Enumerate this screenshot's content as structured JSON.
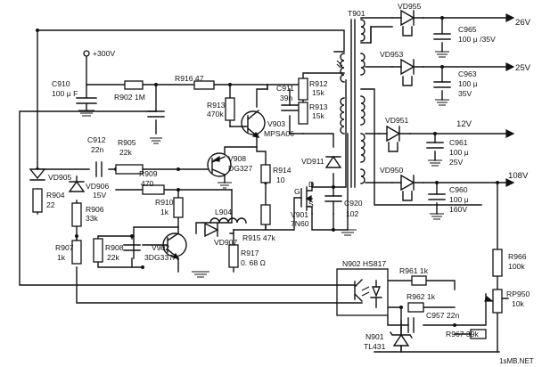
{
  "labels": {
    "plus300": "+300V",
    "c910": "C910",
    "c910v": "100 μ F",
    "r902": "R902 1M",
    "r916": "R916  47",
    "r913a": "R913",
    "r913av": "470k",
    "c911": "C911",
    "c911v": "39n",
    "r912": "R912",
    "r912v": "15k",
    "r913b": "R913",
    "r913bv": "15k",
    "v903": "V903",
    "v903t": "MPSA06",
    "vd911": "VD911",
    "c912": "C912",
    "c912v": "22n",
    "r905": "R905",
    "r905v": "22k",
    "v908": "V908",
    "v908t": "DG327",
    "r914": "R914",
    "r914v": "10",
    "vd905": "VD905",
    "r904": "R904",
    "r904v": "22",
    "vd906": "VD906",
    "vd906v": "15V",
    "r909": "R909",
    "r909v": "470",
    "r910": "R910",
    "r910v": "1k",
    "l904": "L904",
    "v901": "V901",
    "v901t": "7N60",
    "c920": "C920",
    "c920v": "102",
    "r906": "R906",
    "r906v": "33k",
    "vd907": "VD907",
    "r915": "R915  47k",
    "pin_d": "D",
    "pin_g": "G",
    "pin_s": "S",
    "r907": "R907",
    "r907v": "1k",
    "r908": "R908",
    "r908v": "22k",
    "v902": "V902",
    "v902t": "3DG337A",
    "r917": "R917",
    "r917v": "0. 68 Ω",
    "t901": "T901",
    "vd955": "VD955",
    "c965": "C965",
    "c965v": "100 μ /35V",
    "out26": "26V",
    "vd953": "VD953",
    "c963": "C963",
    "c963v1": "100 μ",
    "c963v2": "35V",
    "out25": "25V",
    "vd951": "VD951",
    "c961": "C961",
    "c961v1": "100 μ",
    "c961v2": "25V",
    "out12": "12V",
    "vd950": "VD950",
    "c960": "C960",
    "c960v1": "100 μ",
    "c960v2": "160V",
    "out108": "108V",
    "n902": "N902  HS817",
    "r961": "R961  1k",
    "r962": "R962  1k",
    "r966": "R966",
    "r966v": "100k",
    "rp950": "RP950",
    "rp950v": "10k",
    "c957": "C957  22n",
    "r967": "R967  39k",
    "n901": "N901",
    "n901t": "TL431",
    "watermark": "1sMB.NET"
  }
}
